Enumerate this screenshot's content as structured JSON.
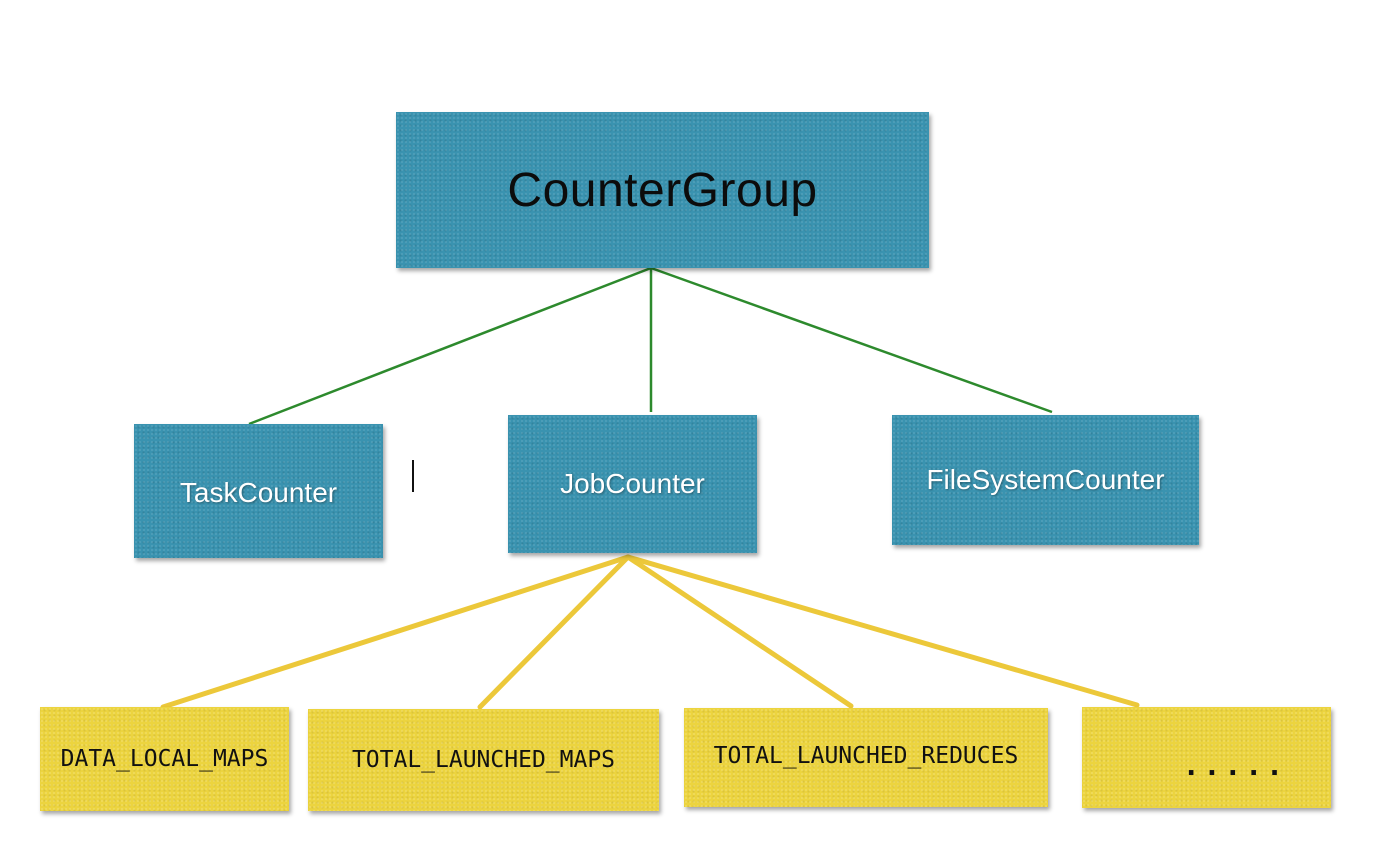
{
  "colors": {
    "box_teal": "#3a93b0",
    "box_yellow": "#ecd43f",
    "edge_green": "#2d8a2d",
    "edge_yellow": "#ecc83a"
  },
  "root": {
    "label": "CounterGroup"
  },
  "groups": [
    {
      "label": "TaskCounter"
    },
    {
      "label": "JobCounter"
    },
    {
      "label": "FileSystemCounter"
    }
  ],
  "job_counters": [
    {
      "label": "DATA_LOCAL_MAPS"
    },
    {
      "label": "TOTAL_LAUNCHED_MAPS"
    },
    {
      "label": "TOTAL_LAUNCHED_REDUCES"
    },
    {
      "label": "....."
    }
  ]
}
